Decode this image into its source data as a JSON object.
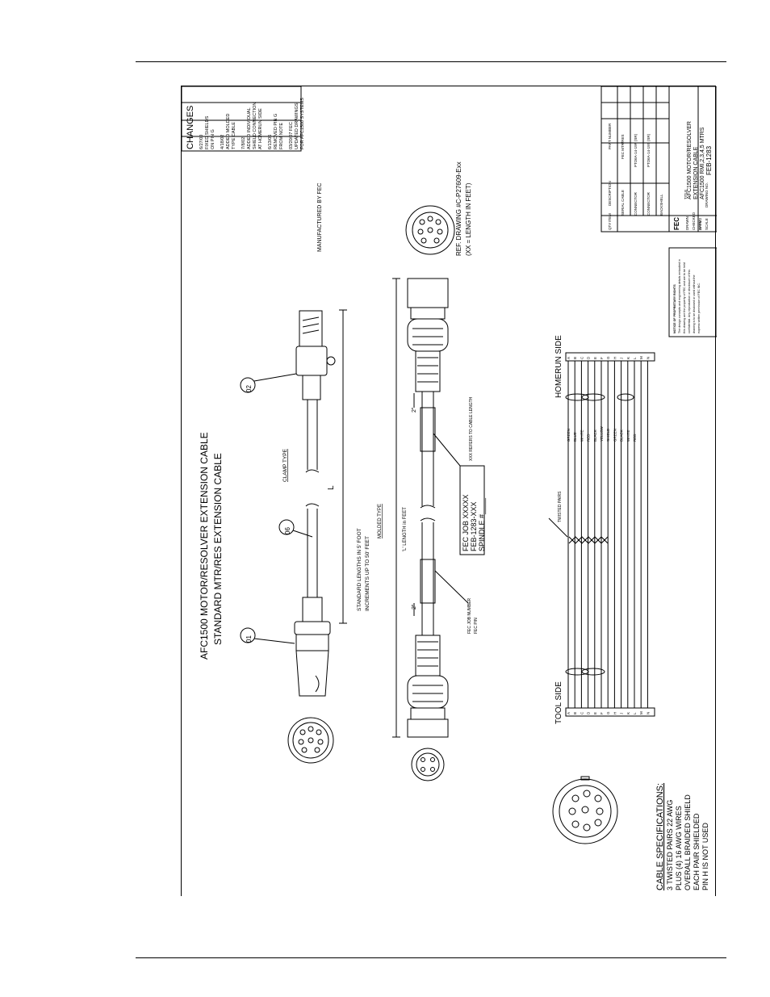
{
  "title": {
    "line1": "AFC1500 MOTOR/RESOLVER EXTENSION CABLE",
    "line2": "STANDARD MTR/RES EXTENSION CABLE"
  },
  "changes": {
    "header": "CHANGES",
    "entries": [
      [
        "6/27/00",
        "FIXED SHIELDS",
        "ON PIN G"
      ],
      [
        "4/18/02",
        "ADDED MOLDED",
        "TYPE CABLE"
      ],
      [
        "7/8/02",
        "ADDED INDIVIDUAL",
        "SHIELD CONNECTION",
        "AT HOMERUN SIDE"
      ],
      [
        "6/13/06",
        "REMOVED PIN G",
        "FROM NOTE"
      ],
      [
        "03/20/07 FEC",
        "UPDATED DRAWINGS",
        "FOR AFC1500 SYSTEMS"
      ]
    ]
  },
  "labels": {
    "manufactured": "MANUFACTURED BY FEC",
    "ref_drawing": "REF. DRAWING #C-P27609-Exx",
    "ref_note": "(XX = LENGTH IN FEET)",
    "balloon_01": "01",
    "balloon_02": "02",
    "balloon_06": "06",
    "clamp_type": "CLAMP TYPE",
    "molded_type": "MOLDED TYPE",
    "length_l": "L",
    "std_lengths_1": "STANDARD LENGTHS IN 5' FOOT",
    "std_lengths_2": "INCREMENTS UP TO 50' FEET",
    "l_length": "'L' LENGTH in FEET",
    "dim_2a": "2\"",
    "dim_2b": "2\"",
    "fec_job": "FEC JOB XXXXX",
    "feb_part": "FEB-1283-XXX",
    "spindle": "SPINDLE #____",
    "job_number": "FEC JOB NUMBER",
    "fec_pn": "FEC P/N",
    "xxx_refers": "XXX REFERS TO CABLE LENGTH",
    "twisted_pairs": "TWISTED PAIRS",
    "tool_side": "TOOL SIDE",
    "homerun_side": "HOMERUN SIDE"
  },
  "pins": [
    "A",
    "B",
    "C",
    "D",
    "E",
    "F",
    "G",
    "H",
    "J",
    "K",
    "L",
    "M",
    "N"
  ],
  "wires": [
    "GREEN",
    "BLUE",
    "WHITE",
    "RED",
    "BLACK",
    "YELLOW",
    "SHIELD",
    "GREEN",
    "BLACK",
    "WHITE",
    "RED"
  ],
  "spec": {
    "title": "CABLE SPECIFICATIONS:",
    "lines": [
      "3 TWISTED PAIRS 22 AWG",
      "PLUS (4) 16 AWG WIRES",
      "OVERALL BRAIDED SHIELD",
      "EACH PAIR SHIELDED",
      "PIN H IS NOT USED"
    ]
  },
  "notice": {
    "lines": [
      "NOTICE OF PROPRIETARY RIGHTS",
      "The design concepts and engineering details embodied in",
      "this drawing are the property of FEC and are to be held",
      "confidential. Any reproduction or disclosure of this",
      "drawing is to be disclosed or used without the",
      "express written permission of FEC INC."
    ]
  },
  "titleblock": {
    "company": "FEC",
    "title_1": "AFC1500 MOTOR/RESOLVER",
    "title_2": "EXTENSION CABLE",
    "title_3": "AFC1500 RMI,2,3,4,5 MTRS",
    "drawing_no": "FEB-1283",
    "bom": [
      "SERIAL CABLE",
      "CONNECTOR",
      "CONNECTOR",
      "BACKSHELL"
    ],
    "partnos": [
      "FEC MTR/RES",
      "PTO6A-14-19P (SR)",
      "PTO6A-14-19S (SR)"
    ],
    "small": [
      "TITLE",
      "DRAWING NO.",
      "SCALE",
      "DATE",
      "DRAWN",
      "CHECKED",
      "APPVD",
      "QTY",
      "ITEM",
      "DESCRIPTION",
      "PART NUMBER"
    ]
  }
}
